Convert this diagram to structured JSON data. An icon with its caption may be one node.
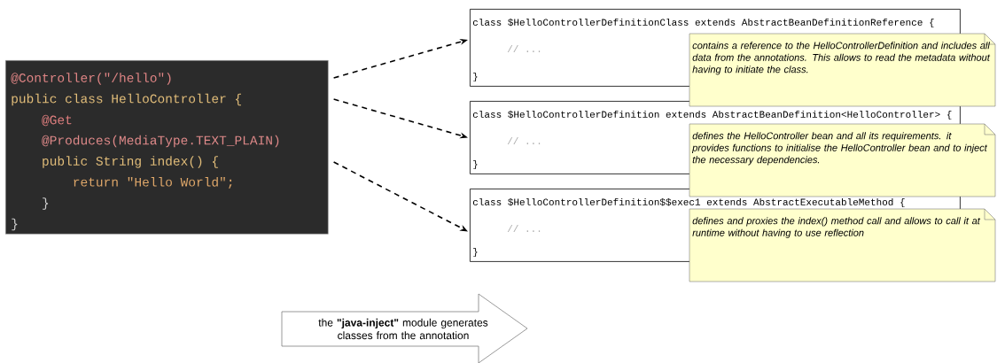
{
  "diagram": {
    "nodes": [
      {
        "text": [
          "@Controller(\"/hello\")",
          "public class HelloController {",
          "@Get",
          "@Produces(MediaType.TEXT_PLAIN)",
          "public String index() {",
          "return \"Hello World\";",
          "}",
          "}"
        ]
      },
      {
        "text": [
          "class $HelloControllerDefinitionClass extends AbstractBeanDefinitionReference {",
          "// ...",
          "}"
        ]
      },
      {
        "text": [
          "class $HelloControllerDefinition extends AbstractBeanDefinition<HelloController> {",
          "// ...",
          "}"
        ]
      },
      {
        "text": [
          "class $HelloControllerDefinition$$exec1 extends AbstractExecutableMethod {",
          "// ...",
          "}"
        ]
      },
      {
        "text": [
          "contains a reference to the HelloControllerDefinition and includes all data from the annotations. This allows to read the metadata without having to initiate the class."
        ]
      },
      {
        "text": [
          "defines the HelloController bean and all its requirements. it provides functions to initialise the HelloController bean and to inject the necessary dependencies."
        ]
      },
      {
        "text": [
          "defines and proxies the index() method call and allows to call it at runtime without having to use reflection"
        ]
      },
      {
        "text": [
          "the **\"java-inject\"** module generates classes from the annotation"
        ]
      }
    ],
    "edges": [
      {
        "from": 0,
        "to": 1,
        "arrow": "to",
        "style": "dashed"
      },
      {
        "from": 0,
        "to": 2,
        "arrow": "to",
        "style": "dashed"
      },
      {
        "from": 0,
        "to": 3,
        "arrow": "to",
        "style": "dashed"
      }
    ]
  }
}
